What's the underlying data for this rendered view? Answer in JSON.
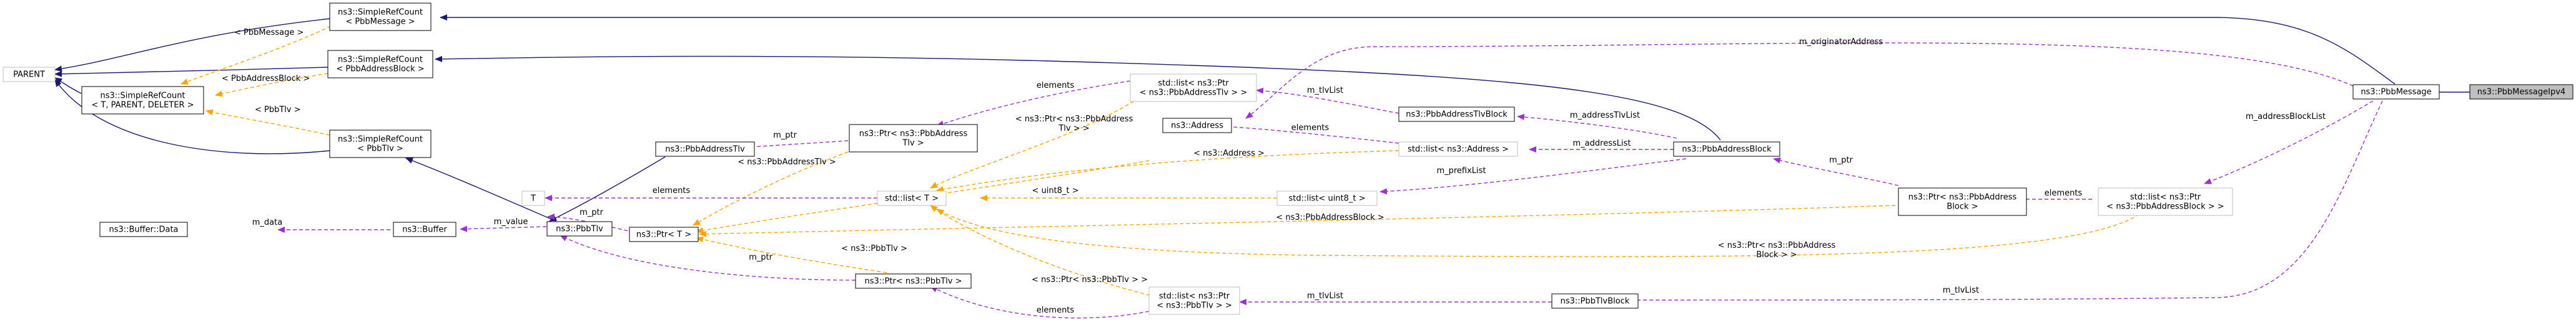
{
  "colors": {
    "inheritance": "#191970",
    "usage": "#9a32cd",
    "template": "#ffa500",
    "node_border_solid": "#000000",
    "node_border_gray": "#bfbfbf",
    "highlight_fill": "#bfbfbf"
  },
  "nodes": {
    "parent": "PARENT",
    "src_pbbmessage": "ns3::SimpleRefCount\n< PbbMessage >",
    "src_pbbaddressblock": "ns3::SimpleRefCount\n< PbbAddressBlock >",
    "src_generic": "ns3::SimpleRefCount\n< T, PARENT, DELETER >",
    "src_pbbtlv": "ns3::SimpleRefCount\n< PbbTlv >",
    "pbbaddresstlv": "ns3::PbbAddressTlv",
    "t": "T",
    "pbbtlv": "ns3::PbbTlv",
    "buffer": "ns3::Buffer",
    "buffer_data": "ns3::Buffer::Data",
    "ptr_t": "ns3::Ptr< T >",
    "list_t": "std::list< T >",
    "ptr_pbbaddresstlv": "ns3::Ptr< ns3::PbbAddress\nTlv >",
    "ptr_pbbtlv": "ns3::Ptr< ns3::PbbTlv >",
    "list_ptr_pbbaddresstlv": "std::list< ns3::Ptr\n< ns3::PbbAddressTlv > >",
    "address": "ns3::Address",
    "list_address": "std::list< ns3::Address >",
    "list_uint8": "std::list< uint8_t >",
    "list_ptr_pbbtlv": "std::list< ns3::Ptr\n< ns3::PbbTlv > >",
    "pbbaddresstlvblock": "ns3::PbbAddressTlvBlock",
    "pbbtlvblock": "ns3::PbbTlvBlock",
    "pbbaddressblock": "ns3::PbbAddressBlock",
    "ptr_pbbaddressblock": "ns3::Ptr< ns3::PbbAddress\nBlock >",
    "list_ptr_pbbaddressblock": "std::list< ns3::Ptr\n< ns3::PbbAddressBlock > >",
    "pbbmessage": "ns3::PbbMessage",
    "pbbmessageipv4": "ns3::PbbMessageIpv4"
  },
  "edge_labels": {
    "pbbmessage_tpl": "< PbbMessage >",
    "pbbaddressblock_tpl": "< PbbAddressBlock >",
    "pbbtlv_tpl": "< PbbTlv >",
    "m_data": "m_data",
    "m_value": "m_value",
    "m_ptr_tlv": "m_ptr",
    "elements_t": "elements",
    "m_ptr_addrtlv": "m_ptr",
    "pbbaddresstlv_tpl": "< ns3::PbbAddressTlv >",
    "m_ptr_ptrtlv": "m_ptr",
    "pbbtlv_ptr_tpl": "< ns3::PbbTlv >",
    "elements_listptrtlv": "elements",
    "list_ptrtlv_tpl": "< ns3::Ptr< ns3::PbbTlv > >",
    "elements_listaddrtlv": "elements",
    "list_ptraddrtlv_tpl": "< ns3::Ptr< ns3::PbbAddress\nTlv > >",
    "address_tpl": "< ns3::Address >",
    "elements_address": "elements",
    "uint8_tpl": "< uint8_t >",
    "m_tlvlist_addrtlvblock": "m_tlvList",
    "m_tlvlist_tlvblock": "m_tlvList",
    "m_addresstlvlist": "m_addressTlvList",
    "m_addresslist": "m_addressList",
    "m_prefixlist": "m_prefixList",
    "pbbaddressblock_ptr_tpl": "< ns3::PbbAddressBlock >",
    "m_ptr_addrblock": "m_ptr",
    "elements_addrblock": "elements",
    "list_ptraddrblock_tpl": "< ns3::Ptr< ns3::PbbAddress\nBlock > >",
    "m_originatoraddress": "m_originatorAddress",
    "m_addressblocklist": "m_addressBlockList",
    "m_tlvlist_msg": "m_tlvList"
  }
}
